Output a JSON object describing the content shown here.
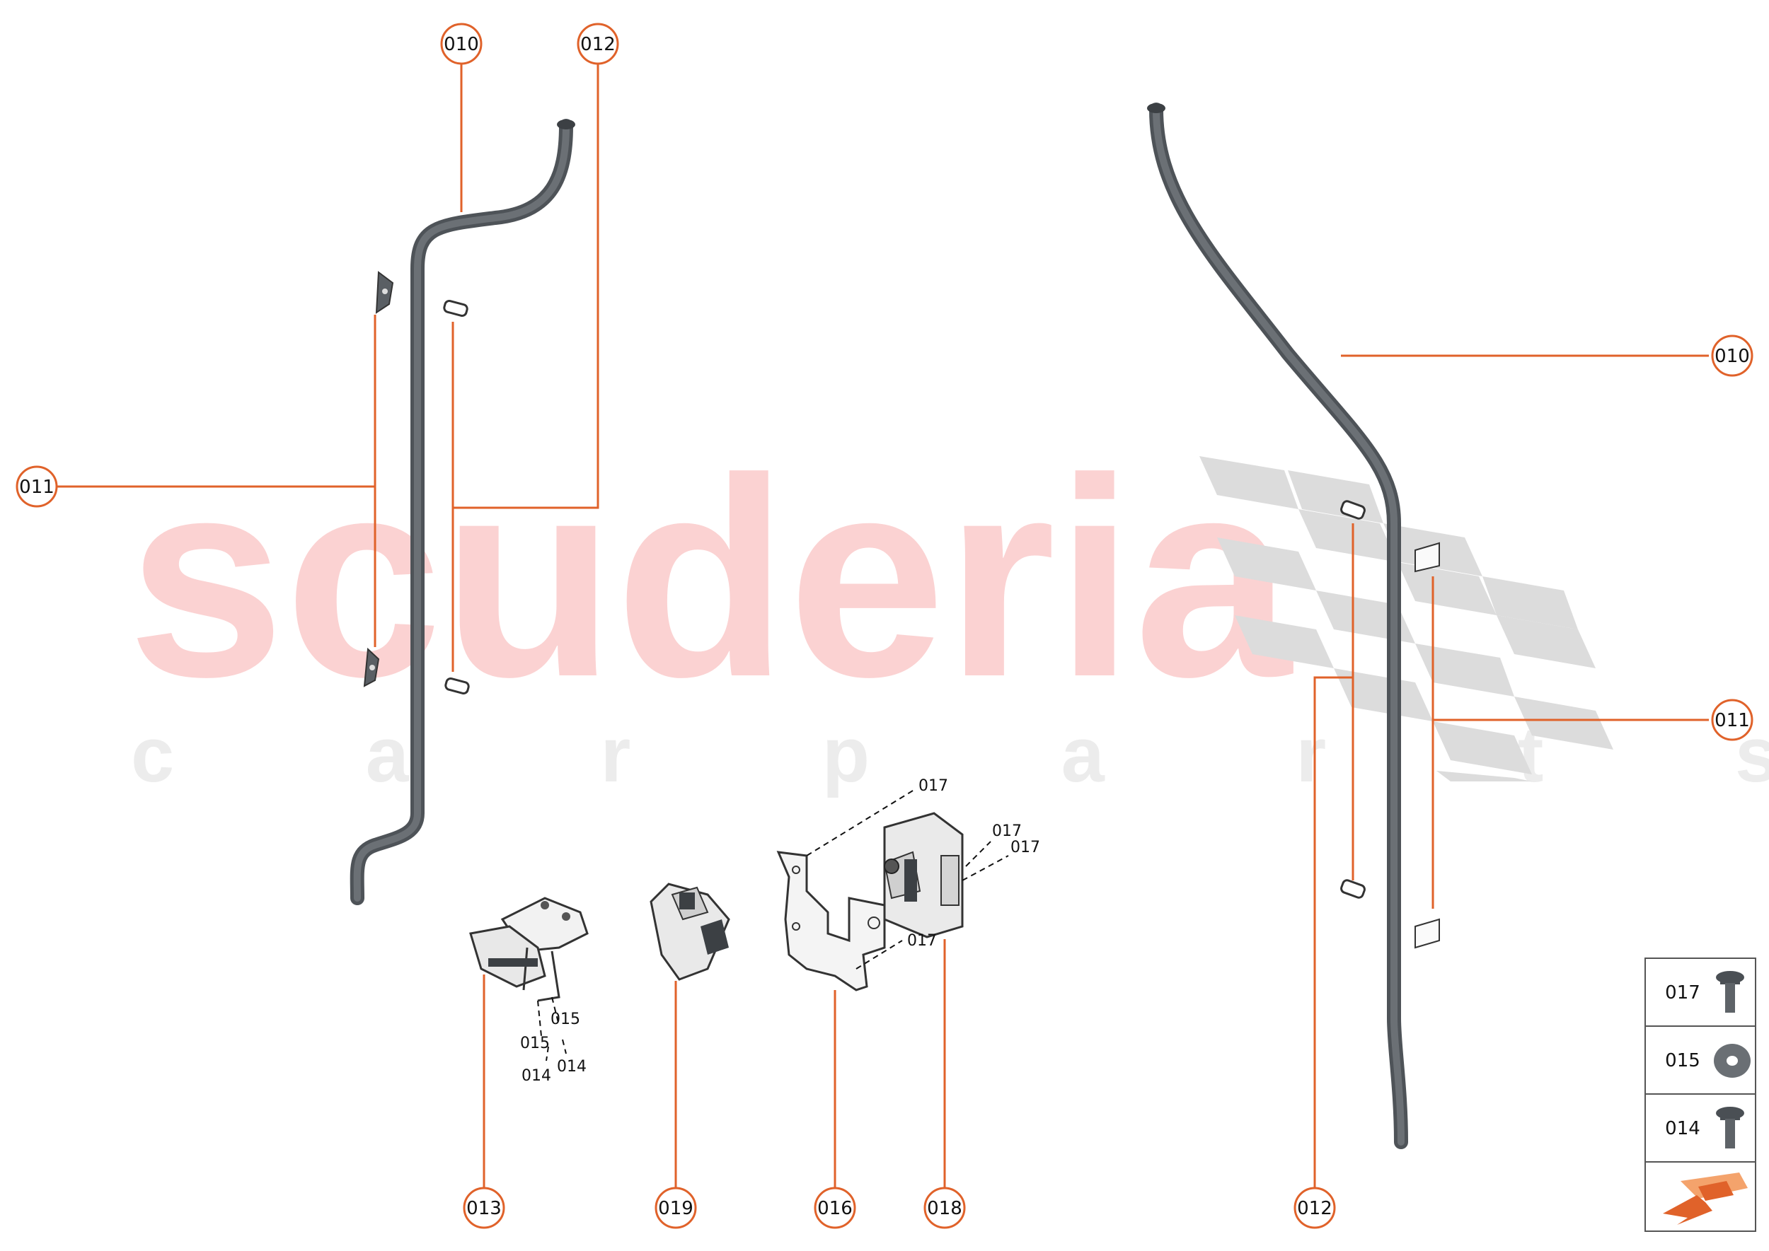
{
  "watermark": {
    "brand": "scuderia",
    "tagline": "c a r   p a r t s"
  },
  "callouts": {
    "c010_left": "010",
    "c012_left": "012",
    "c011_left": "011",
    "c010_right": "010",
    "c011_right": "011",
    "c012_right": "012",
    "c013": "013",
    "c019": "019",
    "c016": "016",
    "c018": "018"
  },
  "small_labels": {
    "l017_a": "017",
    "l017_b": "017",
    "l017_c": "017",
    "l017_d": "017",
    "l015_a": "015",
    "l015_b": "015",
    "l014_a": "014",
    "l014_b": "014"
  },
  "legend": {
    "items": [
      {
        "code": "017",
        "icon": "screw-icon"
      },
      {
        "code": "015",
        "icon": "washer-icon"
      },
      {
        "code": "014",
        "icon": "screw-icon"
      }
    ],
    "nav_icon": "arrow-icon"
  },
  "colors": {
    "callout": "#e0622a",
    "part": "#555a5f",
    "watermark": "#fbd2d2"
  }
}
